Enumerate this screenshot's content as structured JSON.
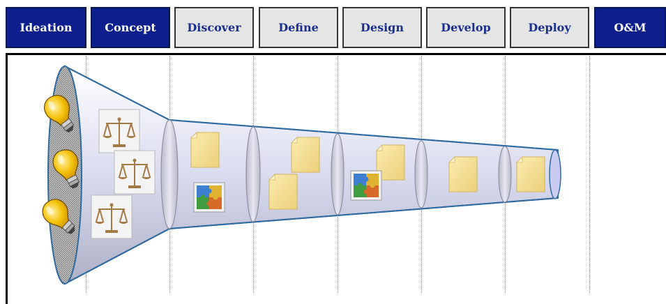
{
  "phases": [
    {
      "label": "Ideation",
      "style": "dark"
    },
    {
      "label": "Concept",
      "style": "dark"
    },
    {
      "label": "Discover",
      "style": "light"
    },
    {
      "label": "Define",
      "style": "light"
    },
    {
      "label": "Design",
      "style": "light"
    },
    {
      "label": "Develop",
      "style": "light"
    },
    {
      "label": "Deploy",
      "style": "light"
    },
    {
      "label": "O&M",
      "style": "dark"
    }
  ],
  "diagram": {
    "icons": {
      "idea": "light-bulb-icon",
      "evaluation": "balance-scale-icon",
      "document": "sticky-note-icon",
      "integration": "puzzle-icon"
    },
    "counts": {
      "ideas": 3,
      "evaluations": 3
    }
  },
  "colors": {
    "phase_dark": "#0d1f8c",
    "phase_light": "#e5e5e5",
    "phase_text": "#1b2f8f",
    "funnel_outline": "#2f6aa0",
    "bulb": "#f2b600",
    "note": "#f3dc8a"
  }
}
